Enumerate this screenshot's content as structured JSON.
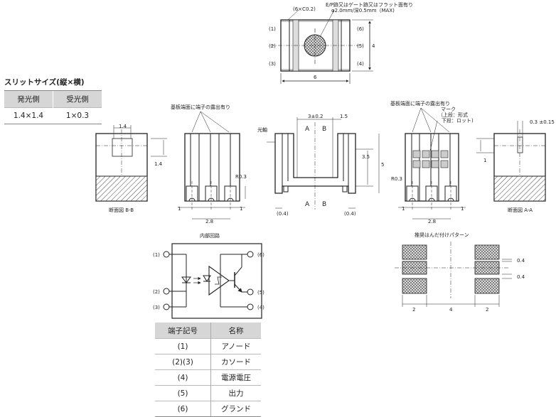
{
  "top_view": {
    "chamfer": "(6×C0.2)",
    "note_line1": "E/P跡又はゲート跡又はフラット面有り",
    "note_line2": "φ2.0mm/深0.5mm（MAX)",
    "pin1": "(1)",
    "pin2": "(2)",
    "pin3": "(3)",
    "pin4": "(4)",
    "pin5": "(5)",
    "pin6": "(6)",
    "dim_width": "6",
    "dim_height": "4"
  },
  "slit": {
    "title": "スリットサイズ(縦×横)",
    "headers": [
      "発光側",
      "受光側"
    ],
    "values": [
      "1.4×1.4",
      "1×0.3"
    ]
  },
  "section_bb": {
    "caption": "断面図 B-B",
    "dim_top": "1.4",
    "dim_right": "1.4"
  },
  "side_left": {
    "note": "基板端面に端子の露出有り",
    "dim_r": "R0.3",
    "dim_pitch": "2.8",
    "dim_1a": "1",
    "dim_1b": "1"
  },
  "front": {
    "axis": "光軸",
    "section_a": "A",
    "section_b": "B",
    "dim_gap": "3±0.2",
    "dim_wall": "1.5",
    "dim_depth": "3.5",
    "dim_height": "5",
    "dim_left": "(0.4)",
    "dim_right": "(0.4)"
  },
  "side_right": {
    "note": "基板端面に端子の露出有り",
    "mark": "マーク",
    "mark_upper": "（上段：形式",
    "mark_lower": "下段：ロット)",
    "dim_r": "R0.3",
    "dim_pitch": "2.8",
    "dim_1a": "1",
    "dim_1b": "1"
  },
  "section_aa": {
    "caption": "断面図 A-A",
    "dim_slit": "0.3 ±0.15",
    "dim_1": "1"
  },
  "circuit": {
    "title": "内部回路",
    "pin1": "(1)",
    "pin2": "(2)",
    "pin3": "(3)",
    "pin4": "(4)",
    "pin5": "(5)",
    "pin6": "(6)"
  },
  "solder": {
    "title": "推奨はんだ付けパターン",
    "dim_04a": "0.4",
    "dim_04b": "0.4",
    "dim_2a": "2",
    "dim_4": "4",
    "dim_2b": "2"
  },
  "terminals": {
    "headers": [
      "端子記号",
      "名称"
    ],
    "rows": [
      {
        "pin": "(1)",
        "name": "アノード"
      },
      {
        "pin": "(2)(3)",
        "name": "カソード"
      },
      {
        "pin": "(4)",
        "name": "電源電圧"
      },
      {
        "pin": "(5)",
        "name": "出力"
      },
      {
        "pin": "(6)",
        "name": "グランド"
      }
    ]
  }
}
